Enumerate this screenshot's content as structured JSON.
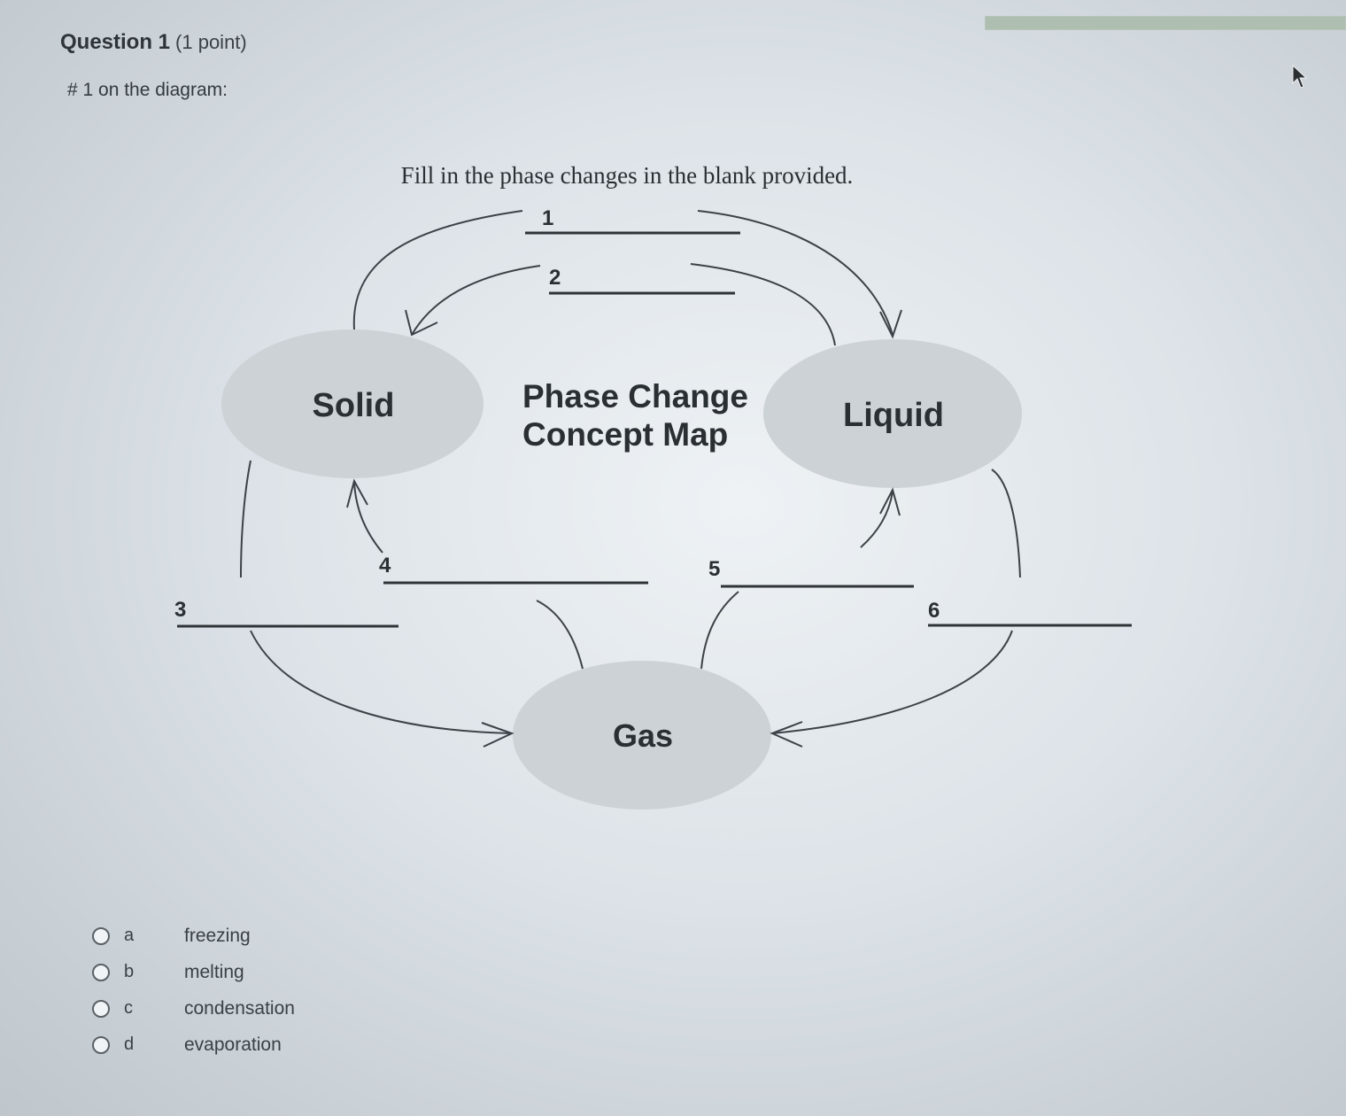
{
  "header": {
    "question_title": "Question 1",
    "question_points": "(1 point)",
    "prompt": "# 1 on the diagram:",
    "progress_fraction": 1.0
  },
  "diagram": {
    "instruction": "Fill in the phase changes in the blank provided.",
    "center_title_line1": "Phase Change",
    "center_title_line2": "Concept Map",
    "nodes": {
      "solid": "Solid",
      "liquid": "Liquid",
      "gas": "Gas"
    },
    "blank_numbers": {
      "b1": "1",
      "b2": "2",
      "b3": "3",
      "b4": "4",
      "b5": "5",
      "b6": "6"
    }
  },
  "choices": [
    {
      "letter": "a",
      "text": "freezing"
    },
    {
      "letter": "b",
      "text": "melting"
    },
    {
      "letter": "c",
      "text": "condensation"
    },
    {
      "letter": "d",
      "text": "evaporation"
    }
  ],
  "colors": {
    "node_fill": "#cdd2d6",
    "line": "#3c4247",
    "text": "#2a2f33"
  }
}
